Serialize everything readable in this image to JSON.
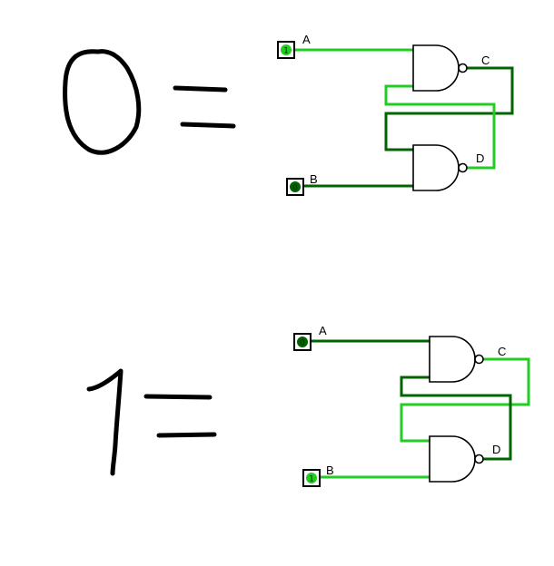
{
  "colors": {
    "wire_on": "#22cc22",
    "wire_off": "#006400",
    "led_on": "#22cc22",
    "led_off": "#006400",
    "ink": "#000000"
  },
  "top_circuit": {
    "handwritten": "0 =",
    "input_a": {
      "label": "A",
      "value": "1"
    },
    "input_b": {
      "label": "B",
      "value": "0"
    },
    "output_c": {
      "label": "C"
    },
    "output_d": {
      "label": "D"
    }
  },
  "bottom_circuit": {
    "handwritten": "1 =",
    "input_a": {
      "label": "A",
      "value": "0"
    },
    "input_b": {
      "label": "B",
      "value": "1"
    },
    "output_c": {
      "label": "C"
    },
    "output_d": {
      "label": "D"
    }
  }
}
